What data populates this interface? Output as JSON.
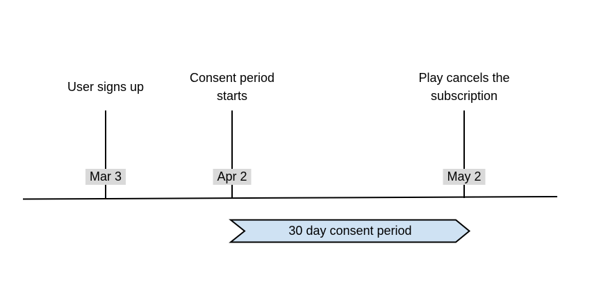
{
  "diagram": {
    "type": "timeline",
    "events": [
      {
        "label_lines": [
          "User signs up"
        ],
        "date": "Mar 3"
      },
      {
        "label_lines": [
          "Consent period",
          "starts"
        ],
        "date": "Apr 2"
      },
      {
        "label_lines": [
          "Play cancels the",
          "subscription"
        ],
        "date": "May 2"
      }
    ],
    "consent_arrow": {
      "label": "30 day consent period"
    }
  },
  "colors": {
    "background": "#ffffff",
    "line": "#000000",
    "text": "#000000",
    "date_chip_bg": "#d9d9d9",
    "arrow_fill": "#cfe2f3",
    "arrow_stroke": "#000000"
  }
}
